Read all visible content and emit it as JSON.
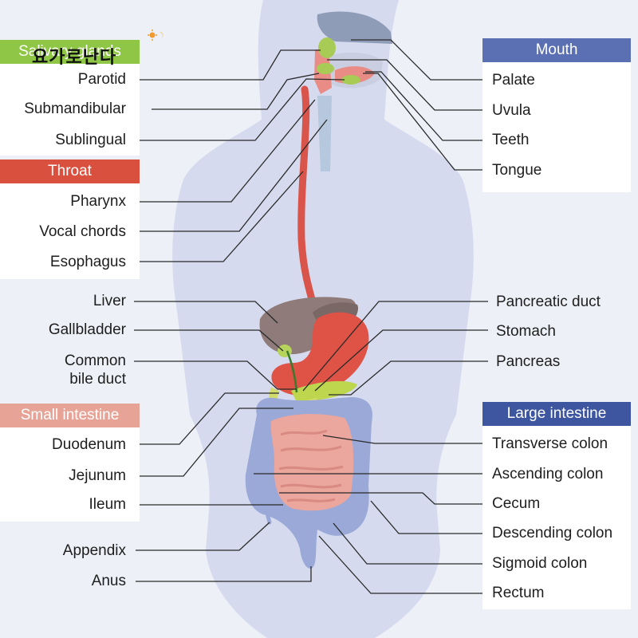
{
  "watermark": {
    "text": "요가로난다"
  },
  "groups": {
    "salivary": {
      "title": "Salivary glands",
      "color": "#8fc646"
    },
    "throat": {
      "title": "Throat",
      "color": "#d9503f"
    },
    "small_intestine": {
      "title": "Small intestine",
      "color": "#e8a397"
    },
    "mouth": {
      "title": "Mouth",
      "color": "#5b6fb3"
    },
    "large_intestine": {
      "title": "Large intestine",
      "color": "#3d569f"
    }
  },
  "labels": {
    "parotid": "Parotid",
    "submandibular": "Submandibular",
    "sublingual": "Sublingual",
    "pharynx": "Pharynx",
    "vocal_chords": "Vocal chords",
    "esophagus": "Esophagus",
    "liver": "Liver",
    "gallbladder": "Gallbladder",
    "common_bile_duct_1": "Common",
    "common_bile_duct_2": "bile duct",
    "duodenum": "Duodenum",
    "jejunum": "Jejunum",
    "ileum": "Ileum",
    "appendix": "Appendix",
    "anus": "Anus",
    "palate": "Palate",
    "uvula": "Uvula",
    "teeth": "Teeth",
    "tongue": "Tongue",
    "pancreatic_duct": "Pancreatic duct",
    "stomach": "Stomach",
    "pancreas": "Pancreas",
    "transverse_colon": "Transverse colon",
    "ascending_colon": "Ascending colon",
    "cecum": "Cecum",
    "descending_colon": "Descending colon",
    "sigmoid_colon": "Sigmoid colon",
    "rectum": "Rectum"
  }
}
